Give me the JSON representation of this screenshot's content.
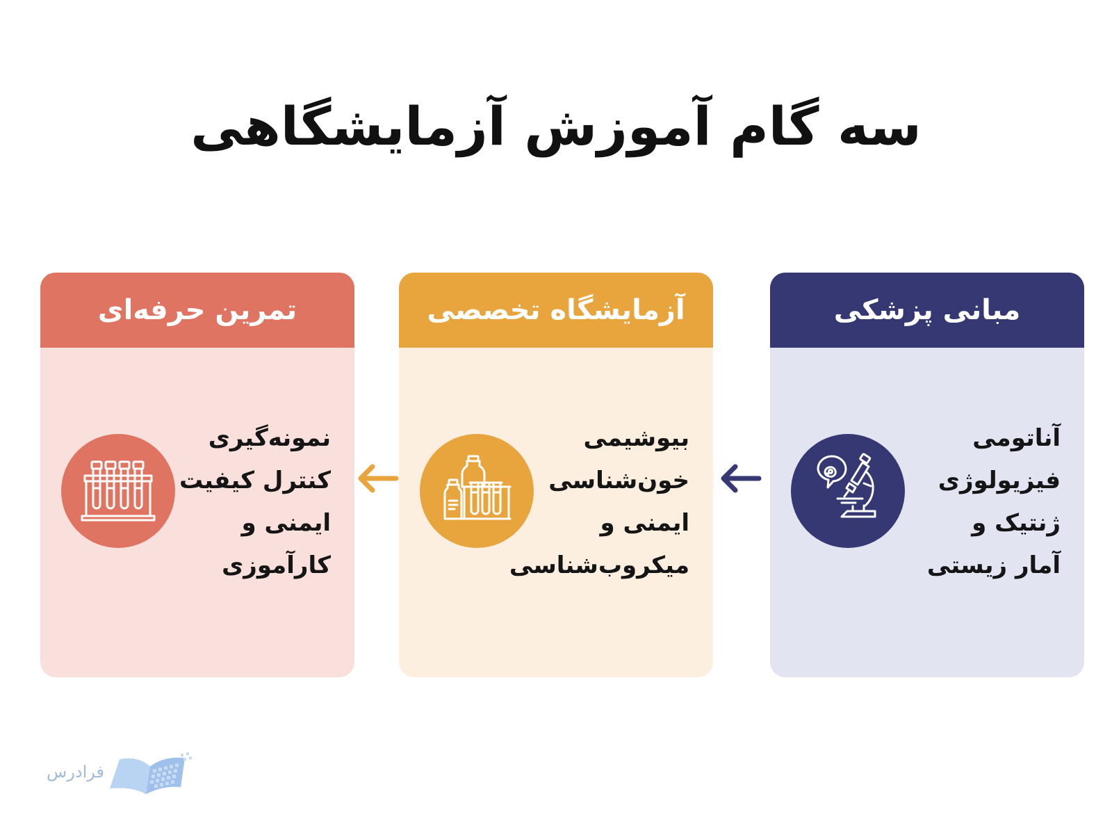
{
  "title": "سه گام آموزش آزمایشگاهی",
  "columns": [
    {
      "header": "مبانی پزشکی",
      "icon": "microscope-icon",
      "items": [
        "آناتومی",
        "فیزیولوژی",
        "ژنتیک و",
        "آمار زیستی"
      ]
    },
    {
      "header": "آزمایشگاه تخصصی",
      "icon": "lab-bottles-test-tubes-icon",
      "items": [
        "بیوشیمی",
        "خون‌شناسی",
        "ایمنی و",
        "میکروب‌شناسی"
      ]
    },
    {
      "header": "تمرین حرفه‌ای",
      "icon": "test-tube-rack-icon",
      "items": [
        "نمونه‌گیری",
        "کنترل کیفیت",
        "ایمنی و",
        "کارآموزی"
      ]
    }
  ],
  "colors": {
    "navy": "#363874",
    "navy_light": "#e3e4f1",
    "orange": "#e8a53e",
    "orange_light": "#fcefdf",
    "red": "#df7462",
    "red_light": "#f9e0dc"
  },
  "logo": {
    "text": "فرادرس"
  }
}
